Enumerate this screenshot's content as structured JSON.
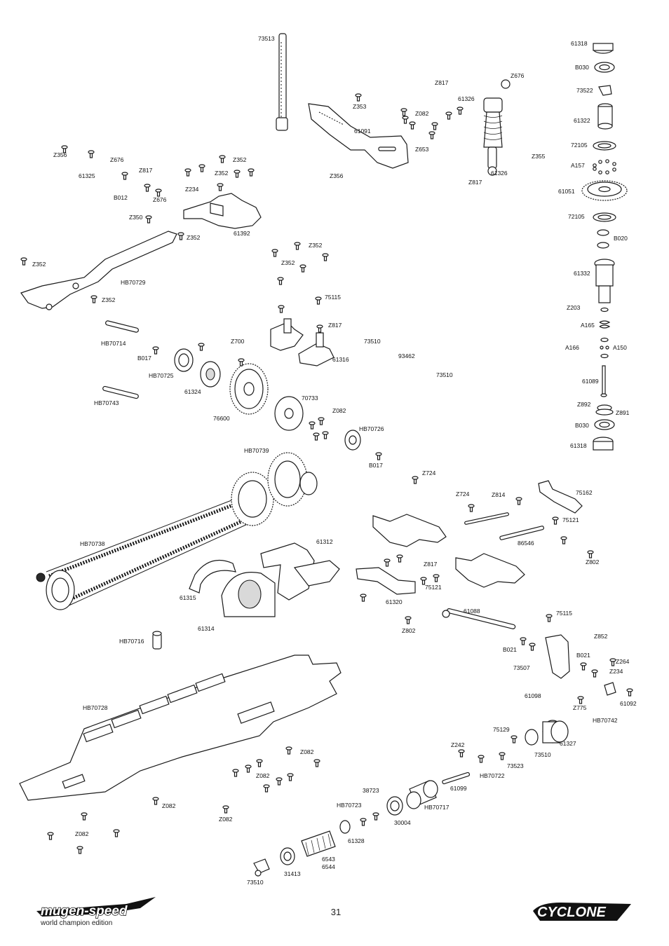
{
  "page_number": "31",
  "brand": {
    "logo_left_main": "mugen-speed",
    "logo_left_sub": "world champion edition",
    "logo_right": "CYCLONE"
  },
  "labels": [
    {
      "id": "73513",
      "text": "73513"
    },
    {
      "id": "Z817a",
      "text": "Z817"
    },
    {
      "id": "Z676a",
      "text": "Z676"
    },
    {
      "id": "61326a",
      "text": "61326"
    },
    {
      "id": "Z353",
      "text": "Z353"
    },
    {
      "id": "Z082a",
      "text": "Z082"
    },
    {
      "id": "61091",
      "text": "61091"
    },
    {
      "id": "Z653",
      "text": "Z653"
    },
    {
      "id": "Z355",
      "text": "Z355"
    },
    {
      "id": "61326b",
      "text": "61326"
    },
    {
      "id": "Z817b",
      "text": "Z817"
    },
    {
      "id": "Z356a",
      "text": "Z356"
    },
    {
      "id": "Z356b",
      "text": "Z356"
    },
    {
      "id": "61325",
      "text": "61325"
    },
    {
      "id": "Z676b",
      "text": "Z676"
    },
    {
      "id": "Z817c",
      "text": "Z817"
    },
    {
      "id": "B012",
      "text": "B012"
    },
    {
      "id": "Z676c",
      "text": "Z676"
    },
    {
      "id": "Z352a",
      "text": "Z352"
    },
    {
      "id": "Z352b",
      "text": "Z352"
    },
    {
      "id": "Z234a",
      "text": "Z234"
    },
    {
      "id": "Z350",
      "text": "Z350"
    },
    {
      "id": "Z352c",
      "text": "Z352"
    },
    {
      "id": "61392",
      "text": "61392"
    },
    {
      "id": "Z352d",
      "text": "Z352"
    },
    {
      "id": "HB70729",
      "text": "HB70729"
    },
    {
      "id": "Z352e",
      "text": "Z352"
    },
    {
      "id": "Z352f",
      "text": "Z352"
    },
    {
      "id": "Z352g",
      "text": "Z352"
    },
    {
      "id": "75115a",
      "text": "75115"
    },
    {
      "id": "Z817d",
      "text": "Z817"
    },
    {
      "id": "61316",
      "text": "61316"
    },
    {
      "id": "73510a",
      "text": "73510"
    },
    {
      "id": "93462",
      "text": "93462"
    },
    {
      "id": "73510b",
      "text": "73510"
    },
    {
      "id": "HB70714",
      "text": "HB70714"
    },
    {
      "id": "B017a",
      "text": "B017"
    },
    {
      "id": "Z700",
      "text": "Z700"
    },
    {
      "id": "HB70725",
      "text": "HB70725"
    },
    {
      "id": "61324",
      "text": "61324"
    },
    {
      "id": "HB70743",
      "text": "HB70743"
    },
    {
      "id": "76600",
      "text": "76600"
    },
    {
      "id": "70733",
      "text": "70733"
    },
    {
      "id": "Z082b",
      "text": "Z082"
    },
    {
      "id": "HB70726",
      "text": "HB70726"
    },
    {
      "id": "B017b",
      "text": "B017"
    },
    {
      "id": "HB70739",
      "text": "HB70739"
    },
    {
      "id": "Z724a",
      "text": "Z724"
    },
    {
      "id": "Z724b",
      "text": "Z724"
    },
    {
      "id": "Z814",
      "text": "Z814"
    },
    {
      "id": "75162",
      "text": "75162"
    },
    {
      "id": "75121a",
      "text": "75121"
    },
    {
      "id": "86546",
      "text": "86546"
    },
    {
      "id": "Z802a",
      "text": "Z802"
    },
    {
      "id": "HB70738",
      "text": "HB70738"
    },
    {
      "id": "61312",
      "text": "61312"
    },
    {
      "id": "Z817e",
      "text": "Z817"
    },
    {
      "id": "75121b",
      "text": "75121"
    },
    {
      "id": "61315",
      "text": "61315"
    },
    {
      "id": "61320",
      "text": "61320"
    },
    {
      "id": "61314",
      "text": "61314"
    },
    {
      "id": "Z802b",
      "text": "Z802"
    },
    {
      "id": "61088",
      "text": "61088"
    },
    {
      "id": "75115b",
      "text": "75115"
    },
    {
      "id": "HB70716",
      "text": "HB70716"
    },
    {
      "id": "B021a",
      "text": "B021"
    },
    {
      "id": "73507",
      "text": "73507"
    },
    {
      "id": "Z852",
      "text": "Z852"
    },
    {
      "id": "B021b",
      "text": "B021"
    },
    {
      "id": "Z264",
      "text": "Z264"
    },
    {
      "id": "Z234b",
      "text": "Z234"
    },
    {
      "id": "61098",
      "text": "61098"
    },
    {
      "id": "Z775",
      "text": "Z775"
    },
    {
      "id": "61092",
      "text": "61092"
    },
    {
      "id": "HB70742",
      "text": "HB70742"
    },
    {
      "id": "HB70728",
      "text": "HB70728"
    },
    {
      "id": "75129",
      "text": "75129"
    },
    {
      "id": "61327",
      "text": "61327"
    },
    {
      "id": "Z242",
      "text": "Z242"
    },
    {
      "id": "73510c",
      "text": "73510"
    },
    {
      "id": "73523",
      "text": "73523"
    },
    {
      "id": "HB70722",
      "text": "HB70722"
    },
    {
      "id": "Z082c",
      "text": "Z082"
    },
    {
      "id": "Z082d",
      "text": "Z082"
    },
    {
      "id": "61099",
      "text": "61099"
    },
    {
      "id": "38723",
      "text": "38723"
    },
    {
      "id": "HB70717",
      "text": "HB70717"
    },
    {
      "id": "HB70723",
      "text": "HB70723"
    },
    {
      "id": "30004",
      "text": "30004"
    },
    {
      "id": "Z082e",
      "text": "Z082"
    },
    {
      "id": "Z082f",
      "text": "Z082"
    },
    {
      "id": "61328",
      "text": "61328"
    },
    {
      "id": "Z082g",
      "text": "Z082"
    },
    {
      "id": "6543",
      "text": "6543"
    },
    {
      "id": "6544",
      "text": "6544"
    },
    {
      "id": "31413",
      "text": "31413"
    },
    {
      "id": "73510d",
      "text": "73510"
    },
    {
      "id": "61318a",
      "text": "61318"
    },
    {
      "id": "B030a",
      "text": "B030"
    },
    {
      "id": "73522",
      "text": "73522"
    },
    {
      "id": "61322",
      "text": "61322"
    },
    {
      "id": "72105a",
      "text": "72105"
    },
    {
      "id": "A157",
      "text": "A157"
    },
    {
      "id": "61051",
      "text": "61051"
    },
    {
      "id": "72105b",
      "text": "72105"
    },
    {
      "id": "B020",
      "text": "B020"
    },
    {
      "id": "61332",
      "text": "61332"
    },
    {
      "id": "Z203",
      "text": "Z203"
    },
    {
      "id": "A165",
      "text": "A165"
    },
    {
      "id": "A166",
      "text": "A166"
    },
    {
      "id": "A150",
      "text": "A150"
    },
    {
      "id": "61089",
      "text": "61089"
    },
    {
      "id": "Z892",
      "text": "Z892"
    },
    {
      "id": "Z891",
      "text": "Z891"
    },
    {
      "id": "B030b",
      "text": "B030"
    },
    {
      "id": "61318b",
      "text": "61318"
    }
  ]
}
